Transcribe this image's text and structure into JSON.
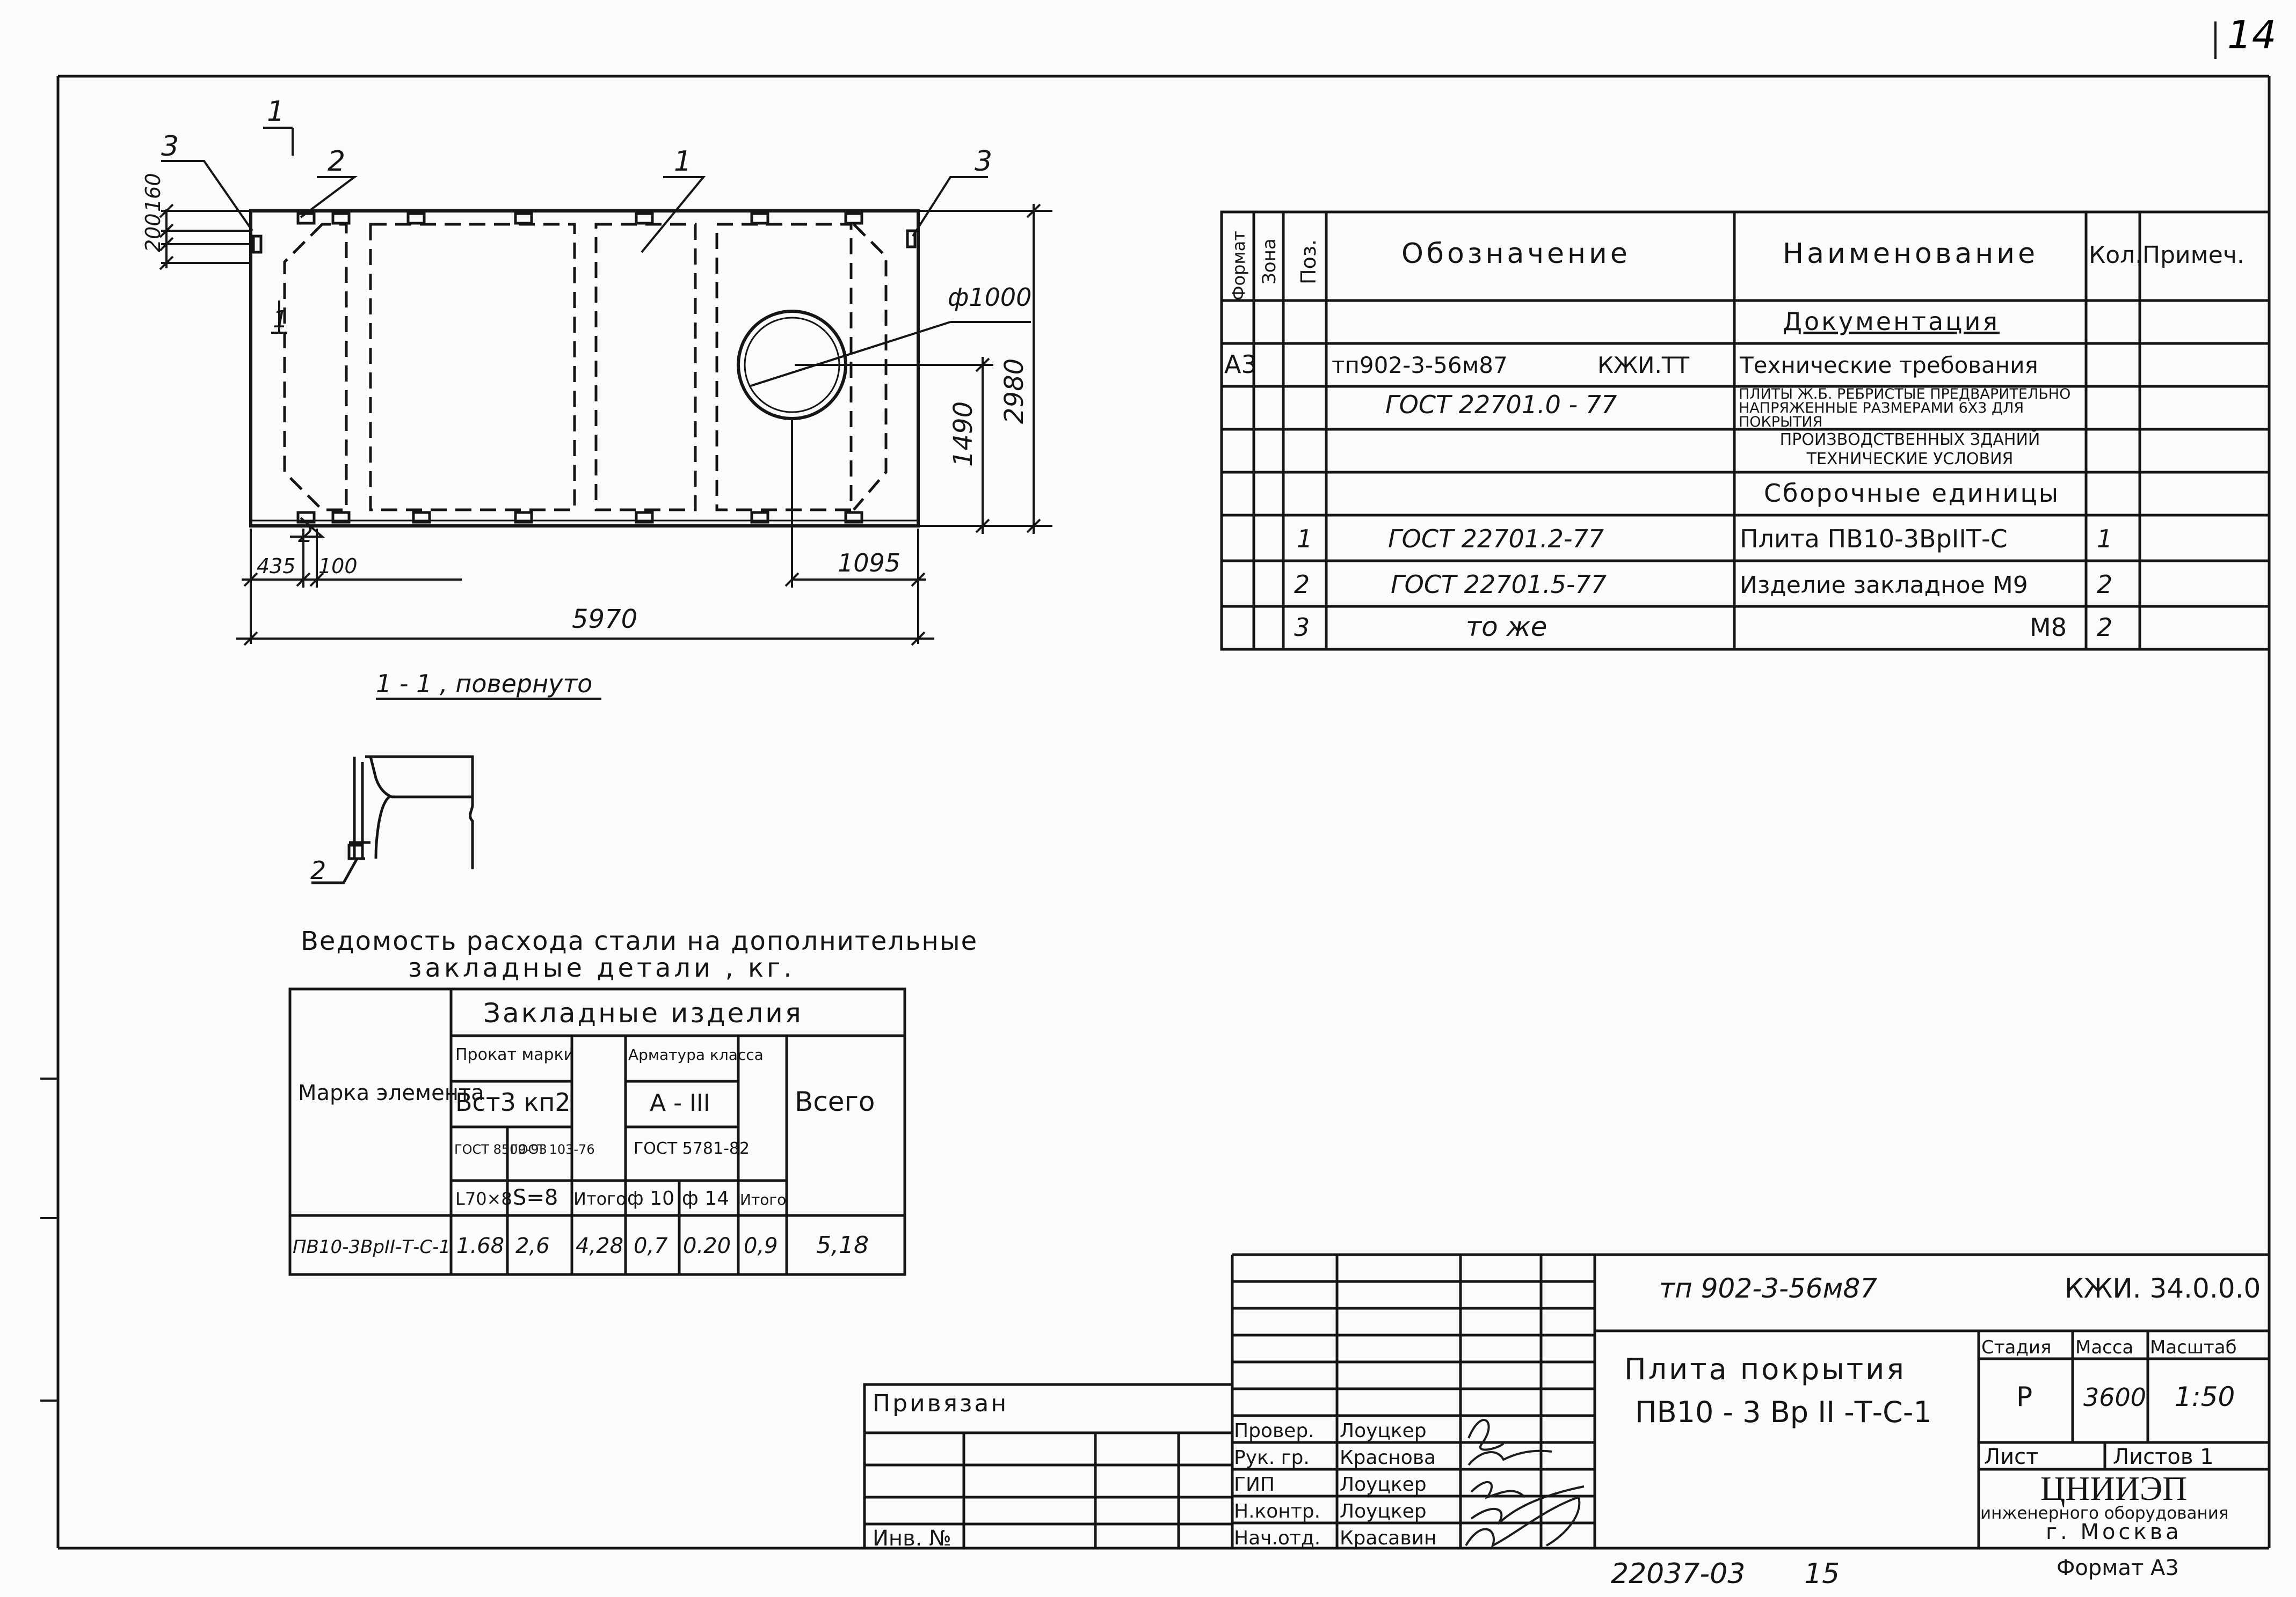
{
  "sheet": {
    "page_number": "14",
    "bottom_code": "22037-03",
    "bottom_number": "15",
    "format_note": "Формат А3"
  },
  "plan": {
    "callout_section": "1",
    "callout_pos_1": "1",
    "callout_pos_2_top": "2",
    "callout_pos_3_left": "3",
    "callout_pos_3_right": "3",
    "callout_pos_2_bottom": "2",
    "section_mark_left": "1",
    "dim_200": "200",
    "dim_160": "160",
    "dim_diameter": "ф1000",
    "dim_2980": "2980",
    "dim_1490": "1490",
    "dim_435": "435",
    "dim_100": "100",
    "dim_1095": "1095",
    "dim_5970": "5970"
  },
  "section": {
    "title": "1 - 1 , повернуто",
    "callout_2": "2"
  },
  "spec_table": {
    "headers": {
      "format": "Формат",
      "zone": "Зона",
      "pos": "Поз.",
      "designation": "Обозначение",
      "name": "Наименование",
      "qty": "Кол.",
      "note": "Примеч."
    },
    "rows": [
      {
        "format": "",
        "pos": "",
        "designation": "",
        "name": "Документация",
        "qty": ""
      },
      {
        "format": "А3",
        "pos": "",
        "designation": "тп902-3-56м87",
        "designation2": "КЖИ.ТТ",
        "name": "Технические требования",
        "qty": ""
      },
      {
        "format": "",
        "pos": "",
        "designation": "ГОСТ 22701.0 - 77",
        "name": "Плиты ж.б. ребристые предварительно напряженные размерами 6х3 для покрытия",
        "qty": ""
      },
      {
        "format": "",
        "pos": "",
        "designation": "",
        "name": "производственных зданий технические условия",
        "qty": ""
      },
      {
        "format": "",
        "pos": "",
        "designation": "",
        "name": "Сборочные единицы",
        "qty": ""
      },
      {
        "format": "",
        "pos": "1",
        "designation": "ГОСТ 22701.2-77",
        "name": "Плита ПВ10-3ВрIIТ-С",
        "qty": "1"
      },
      {
        "format": "",
        "pos": "2",
        "designation": "ГОСТ 22701.5-77",
        "name": "Изделие закладное М9",
        "qty": "2"
      },
      {
        "format": "",
        "pos": "3",
        "designation": "то же",
        "name": "М8",
        "qty": "2"
      }
    ]
  },
  "steel_table": {
    "title_line1": "Ведомость расхода стали на дополнительные",
    "title_line2": "закладные детали , кг.",
    "header_group": "Закладные изделия",
    "col_mark": "Марка элемента",
    "prokat": "Прокат марки",
    "prokat_grade": "Вст3 кп2",
    "gost_a": "ГОСТ 8509-93",
    "gost_b": "ГОСТ 103-76",
    "size_a": "L70×8",
    "size_b": "S=8",
    "itogo": "Итого",
    "armatura": "Арматура класса",
    "arm_class": "А - III",
    "gost_arm": "ГОСТ 5781-82",
    "d10": "ф 10",
    "d14": "ф 14",
    "itogo2": "Итого",
    "total": "Всего",
    "row": {
      "mark": "ПВ10-3ВрII-Т-С-1",
      "v1": "1.68",
      "v2": "2,6",
      "v3": "4,28",
      "v4": "0,7",
      "v5": "0.20",
      "v6": "0,9",
      "v7": "5,18"
    }
  },
  "title_block": {
    "doc_code": "тп 902-3-56м87",
    "sheet_code": "КЖИ. 34.0.0.0",
    "title_line1": "Плита покрытия",
    "title_line2": "ПВ10 - 3 Вр II -Т-С-1",
    "stage_h": "Стадия",
    "mass_h": "Масса",
    "scale_h": "Масштаб",
    "stage": "Р",
    "mass": "3600",
    "scale": "1:50",
    "sheet_h": "Лист",
    "sheets_h": "Листов 1",
    "org1": "ЦНИИЭП",
    "org2": "инженерного оборудования",
    "org3": "г. Москва",
    "privyazan": "Привязан",
    "inv": "Инв. №",
    "roles": [
      "Провер.",
      "Рук. гр.",
      "ГИП",
      "Н.контр.",
      "Нач.отд."
    ],
    "names": [
      "Лоуцкер",
      "Краснова",
      "Лоуцкер",
      "Лоуцкер",
      "Красавин"
    ]
  }
}
